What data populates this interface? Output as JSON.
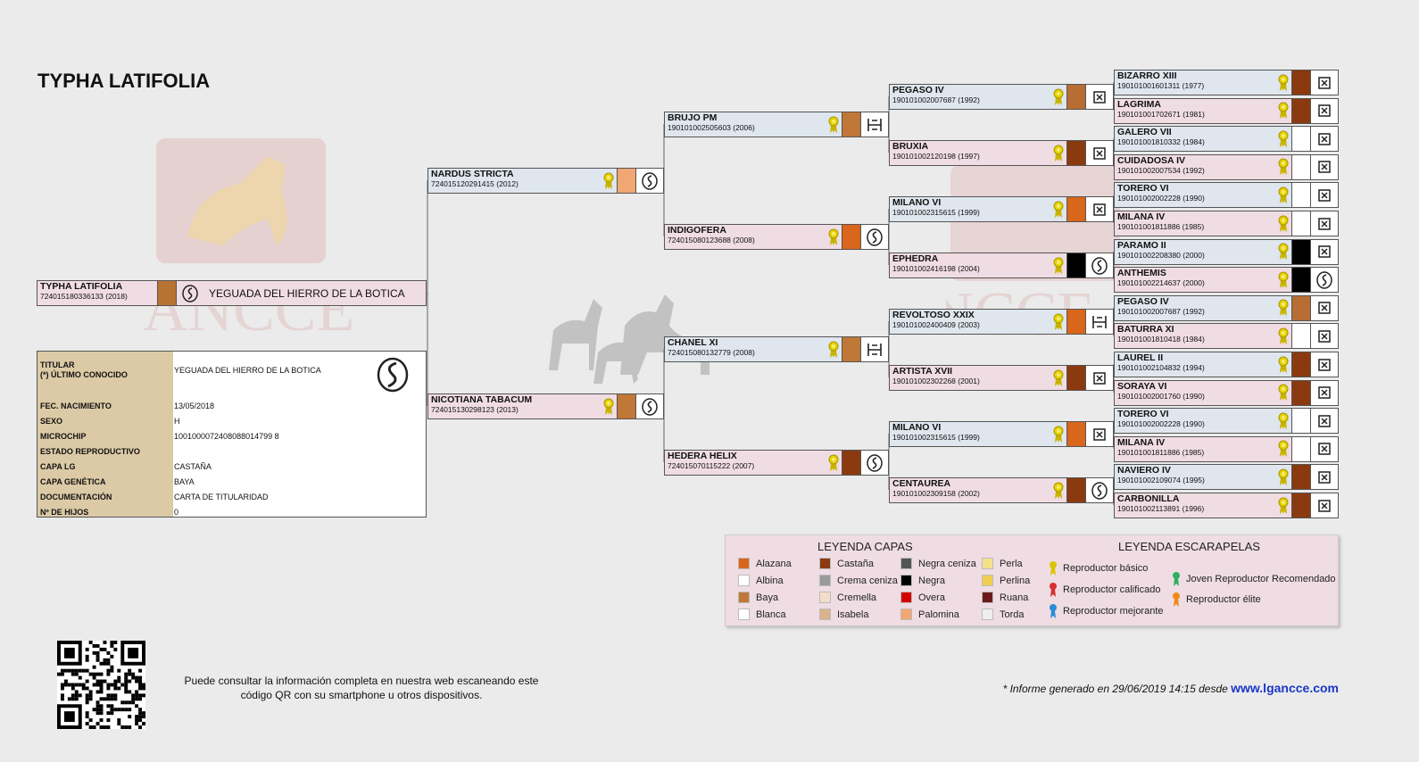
{
  "title": "TYPHA LATIFOLIA",
  "subject": {
    "name": "TYPHA LATIFOLIA",
    "reg": "724015180336133 (2018)",
    "owner": "YEGUADA DEL HIERRO DE LA BOTICA",
    "color": "#b87333"
  },
  "info": {
    "rows": [
      {
        "key": "TITULAR\n(*) ÚLTIMO CONOCIDO",
        "value": "YEGUADA DEL HIERRO DE LA BOTICA"
      },
      {
        "key": "FEC. NACIMIENTO",
        "value": "13/05/2018"
      },
      {
        "key": "SEXO",
        "value": "H"
      },
      {
        "key": "MICROCHIP",
        "value": "1001000072408088014799 8"
      },
      {
        "key": "ESTADO REPRODUCTIVO",
        "value": ""
      },
      {
        "key": "CAPA LG",
        "value": "CASTAÑA"
      },
      {
        "key": "CAPA GENÉTICA",
        "value": "BAYA"
      },
      {
        "key": "DOCUMENTACIÓN",
        "value": "CARTA DE TITULARIDAD"
      },
      {
        "key": "Nº DE HIJOS",
        "value": "0"
      }
    ]
  },
  "gen1": [
    {
      "name": "NARDUS STRICTA",
      "reg": "724015120291415 (2012)",
      "color": "#f0a774",
      "sex": "m"
    },
    {
      "name": "NICOTIANA TABACUM",
      "reg": "724015130298123 (2013)",
      "color": "#c07838",
      "sex": "f"
    }
  ],
  "gen2": [
    {
      "name": "BRUJO PM",
      "reg": "190101002505603 (2006)",
      "color": "#c07838",
      "sex": "m"
    },
    {
      "name": "INDIGOFERA",
      "reg": "724015080123688 (2008)",
      "color": "#d9661a",
      "sex": "f"
    },
    {
      "name": "CHANEL XI",
      "reg": "724015080132779 (2008)",
      "color": "#c07838",
      "sex": "m"
    },
    {
      "name": "HEDERA HELIX",
      "reg": "724015070115222 (2007)",
      "color": "#8b3a10",
      "sex": "f"
    }
  ],
  "gen3": [
    {
      "name": "PEGASO IV",
      "reg": "190101002007687 (1992)",
      "color": "#b86d34",
      "sex": "m"
    },
    {
      "name": "BRUXIA",
      "reg": "190101002120198 (1997)",
      "color": "#8b3a10",
      "sex": "f"
    },
    {
      "name": "MILANO VI",
      "reg": "190101002315615 (1999)",
      "color": "#d9661a",
      "sex": "m"
    },
    {
      "name": "EPHEDRA",
      "reg": "190101002416198 (2004)",
      "color": "#000000",
      "sex": "f"
    },
    {
      "name": "REVOLTOSO XXIX",
      "reg": "190101002400409 (2003)",
      "color": "#d9661a",
      "sex": "m"
    },
    {
      "name": "ARTISTA XVII",
      "reg": "190101002302268 (2001)",
      "color": "#8b3a10",
      "sex": "f"
    },
    {
      "name": "MILANO VI",
      "reg": "190101002315615 (1999)",
      "color": "#d9661a",
      "sex": "m"
    },
    {
      "name": "CENTAUREA",
      "reg": "190101002309158 (2002)",
      "color": "#8b3a10",
      "sex": "f"
    }
  ],
  "gen4": [
    {
      "name": "BIZARRO XIII",
      "reg": "190101001601311 (1977)",
      "color": "#8b3a10",
      "sex": "m"
    },
    {
      "name": "LAGRIMA",
      "reg": "190101001702671 (1981)",
      "color": "#8b3a10",
      "sex": "f"
    },
    {
      "name": "GALERO VII",
      "reg": "190101001810332 (1984)",
      "color": "#ffffff",
      "sex": "m"
    },
    {
      "name": "CUIDADOSA IV",
      "reg": "190101002007534 (1992)",
      "color": "#ffffff",
      "sex": "f"
    },
    {
      "name": "TORERO VI",
      "reg": "190101002002228 (1990)",
      "color": "#ffffff",
      "sex": "m"
    },
    {
      "name": "MILANA IV",
      "reg": "190101001811886 (1985)",
      "color": "#ffffff",
      "sex": "f"
    },
    {
      "name": "PARAMO II",
      "reg": "190101002208380 (2000)",
      "color": "#000000",
      "sex": "m"
    },
    {
      "name": "ANTHEMIS",
      "reg": "190101002214637 (2000)",
      "color": "#000000",
      "sex": "f"
    },
    {
      "name": "PEGASO IV",
      "reg": "190101002007687 (1992)",
      "color": "#b86d34",
      "sex": "m"
    },
    {
      "name": "BATURRA XI",
      "reg": "190101001810418 (1984)",
      "color": "#ffffff",
      "sex": "f"
    },
    {
      "name": "LAUREL II",
      "reg": "190101002104832 (1994)",
      "color": "#8b3a10",
      "sex": "m"
    },
    {
      "name": "SORAYA VI",
      "reg": "190101002001760 (1990)",
      "color": "#8b3a10",
      "sex": "f"
    },
    {
      "name": "TORERO VI",
      "reg": "190101002002228 (1990)",
      "color": "#ffffff",
      "sex": "m"
    },
    {
      "name": "MILANA IV",
      "reg": "190101001811886 (1985)",
      "color": "#ffffff",
      "sex": "f"
    },
    {
      "name": "NAVIERO IV",
      "reg": "190101002109074 (1995)",
      "color": "#8b3a10",
      "sex": "m"
    },
    {
      "name": "CARBONILLA",
      "reg": "190101002113891 (1996)",
      "color": "#8b3a10",
      "sex": "f"
    }
  ],
  "legend": {
    "capas_title": "LEYENDA CAPAS",
    "escarapelas_title": "LEYENDA ESCARAPELAS",
    "capas": [
      {
        "label": "Alazana",
        "color": "#d9661a"
      },
      {
        "label": "Albina",
        "color": "#ffffff"
      },
      {
        "label": "Baya",
        "color": "#c07838"
      },
      {
        "label": "Blanca",
        "color": "#ffffff"
      },
      {
        "label": "Castaña",
        "color": "#8b3a10"
      },
      {
        "label": "Crema ceniza",
        "color": "#9a9a9a"
      },
      {
        "label": "Cremella",
        "color": "#f1ddc9"
      },
      {
        "label": "Isabela",
        "color": "#dcb28a"
      },
      {
        "label": "Negra ceniza",
        "color": "#555555"
      },
      {
        "label": "Negra",
        "color": "#000000"
      },
      {
        "label": "Overa",
        "color": "#d40000"
      },
      {
        "label": "Palomina",
        "color": "#f0a774"
      },
      {
        "label": "Perla",
        "color": "#f5e08a"
      },
      {
        "label": "Perlina",
        "color": "#f0cf50"
      },
      {
        "label": "Ruana",
        "color": "#6b1a1a"
      },
      {
        "label": "Torda",
        "color": "#eeeeee"
      }
    ],
    "escarapelas": [
      {
        "label": "Reproductor básico",
        "color": "#d9c400"
      },
      {
        "label": "Reproductor calificado",
        "color": "#d63030"
      },
      {
        "label": "Reproductor mejorante",
        "color": "#2d8cd6"
      },
      {
        "label": "Joven Reproductor Recomendado",
        "color": "#2fb060"
      },
      {
        "label": "Reproductor élite",
        "color": "#f08a1a"
      }
    ]
  },
  "qr_note": "Puede consultar la información completa en nuestra web escaneando este código QR con su smartphone u otros dispositivos.",
  "footer": {
    "text": "* Informe generado en 29/06/2019 14:15 desde ",
    "link": "www.lgancce.com"
  }
}
